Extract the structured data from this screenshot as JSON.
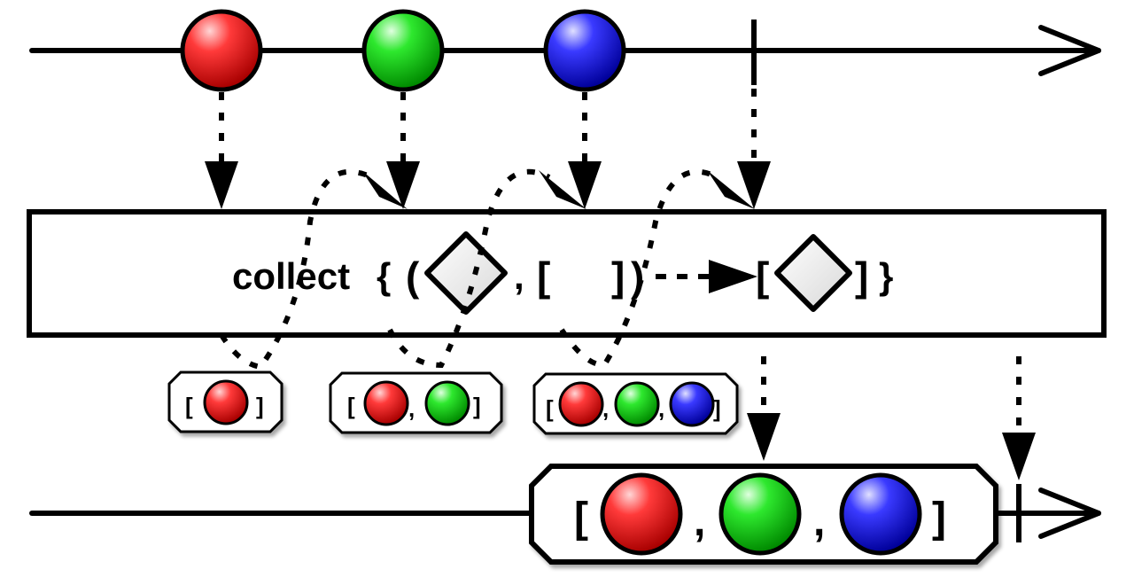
{
  "operator": {
    "keyword": "collect",
    "open_brace": "{",
    "open_paren": "(",
    "comma": ",",
    "open_bracket": "[",
    "close_bracket": "]",
    "close_paren": ")",
    "result_open": "[",
    "result_close": "]",
    "close_brace": "}"
  },
  "source_timeline": {
    "items": [
      {
        "color": "red",
        "fill": "#e21b1b"
      },
      {
        "color": "green",
        "fill": "#19c919"
      },
      {
        "color": "blue",
        "fill": "#1a1ae0"
      }
    ],
    "terminates": true
  },
  "intermediate_accumulations": [
    {
      "items": [
        "red"
      ]
    },
    {
      "items": [
        "red",
        "green"
      ]
    },
    {
      "items": [
        "red",
        "green",
        "blue"
      ]
    }
  ],
  "result_timeline": {
    "emitted": {
      "items": [
        "red",
        "green",
        "blue"
      ]
    },
    "terminates": true
  },
  "glyphs": {
    "bracket_open": "[",
    "bracket_close": "]",
    "separator": ","
  },
  "colors": {
    "red": "#e21b1b",
    "green": "#19c919",
    "blue": "#1a1ae0",
    "stroke": "#000000"
  }
}
